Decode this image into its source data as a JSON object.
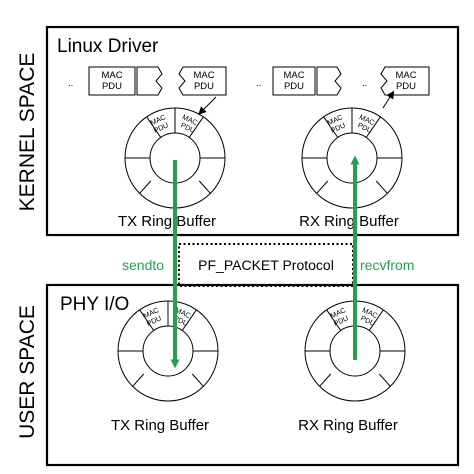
{
  "kernel": {
    "side_label": "KERNEL SPACE",
    "title": "Linux Driver",
    "pdu_label_line1": "MAC",
    "pdu_label_line2": "PDU",
    "ellipsis": ".."
  },
  "user": {
    "side_label": "USER SPACE",
    "title": "PHY I/O"
  },
  "protocol": {
    "label": "PF_PACKET Protocol",
    "send_call": "sendto",
    "recv_call": "recvfrom"
  },
  "rings": {
    "tx_label": "TX Ring  Buffer",
    "rx_label": "RX Ring  Buffer",
    "segment_line1": "MAC",
    "segment_line2": "PDU"
  },
  "colors": {
    "accent_green": "#22a34a",
    "line": "#000000"
  }
}
